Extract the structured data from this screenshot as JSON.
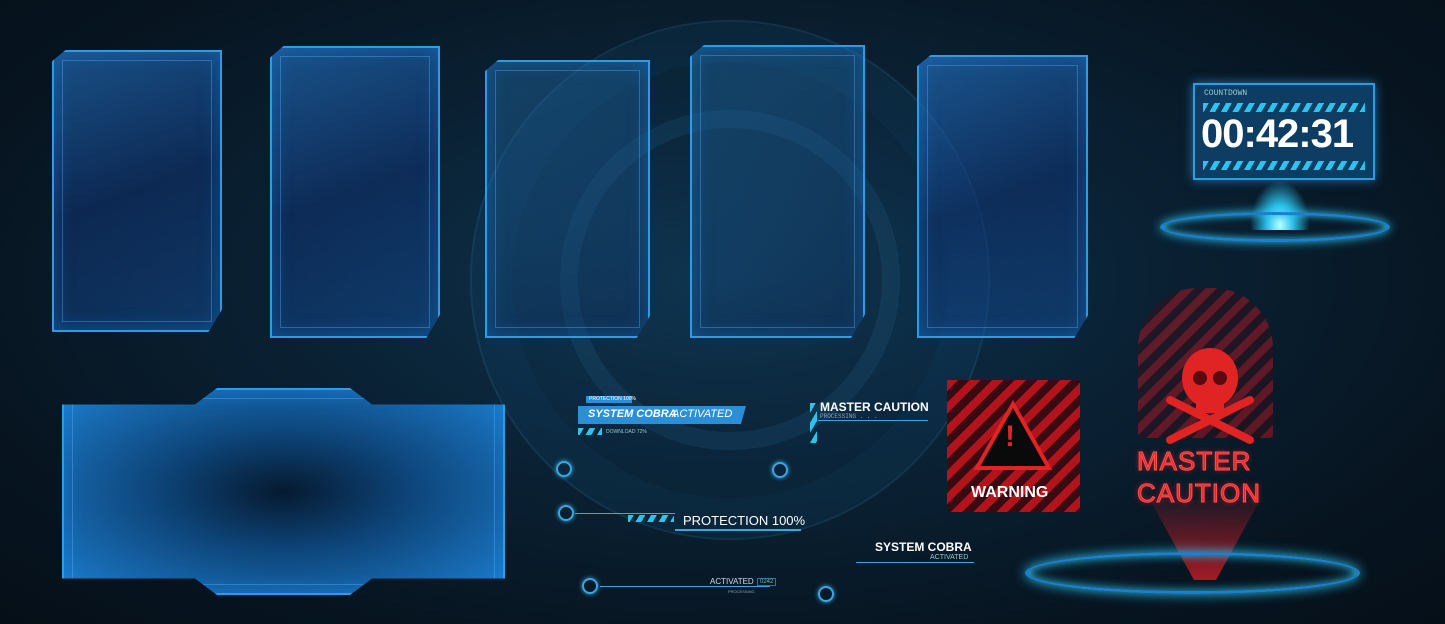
{
  "countdown": {
    "label": "COUNTDOWN",
    "time": "00:42:31"
  },
  "callouts": {
    "protection_small": "PROTECTION 100%",
    "system_cobra_bold": "SYSTEM COBRA",
    "activated": "ACTIVATED",
    "download": "DOWNLOAD 72%",
    "master_caution": "MASTER CAUTION",
    "processing_dots": "PROCESSING . . .",
    "protection_large": "PROTECTION 100%",
    "system_cobra": "SYSTEM COBRA",
    "system_cobra_sub": "ACTIVATED",
    "activated_bottom": "ACTIVATED",
    "activated_code": "0242",
    "processing": "PROCESSING"
  },
  "warning": {
    "label": "WARNING",
    "symbol": "!"
  },
  "skull_panel": {
    "line1": "MASTER",
    "line2": "CAUTION"
  },
  "colors": {
    "accent": "#2f9be0",
    "cyan": "#2cc4ec",
    "danger": "#e02424"
  }
}
